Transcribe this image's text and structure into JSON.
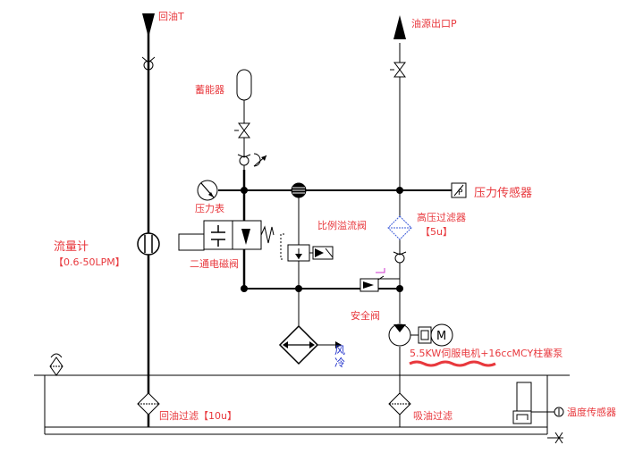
{
  "labels": {
    "return_oil": "回油T",
    "pump_outlet": "油源出口P",
    "accumulator": "蓄能器",
    "pressure_gauge": "压力表",
    "pressure_sensor": "压力传感器",
    "high_pressure_filter": "高压过滤器",
    "hp_filter_rating": "【5u】",
    "proportional_relief": "比例溢流阀",
    "two_way_solenoid": "二通电磁阀",
    "flow_meter": "流量计",
    "flow_range": "【0.6-50LPM】",
    "safety_valve": "安全阀",
    "air_cooling_1": "风",
    "air_cooling_2": "冷",
    "motor_pump": "5.5KW伺服电机+16ccMCY柱塞泵",
    "return_filter": "回油过滤【10u】",
    "suction_filter": "吸油过滤",
    "temperature_sensor": "温度传感器",
    "motor_symbol": "M",
    "sensor_symbol": "P"
  },
  "colors": {
    "line": "#000000",
    "label_red": "#e8383d",
    "label_blue": "#2233cc",
    "filter_fill": "#3b5bd9",
    "magenta": "#cc33cc",
    "scribble": "#e8383d"
  }
}
